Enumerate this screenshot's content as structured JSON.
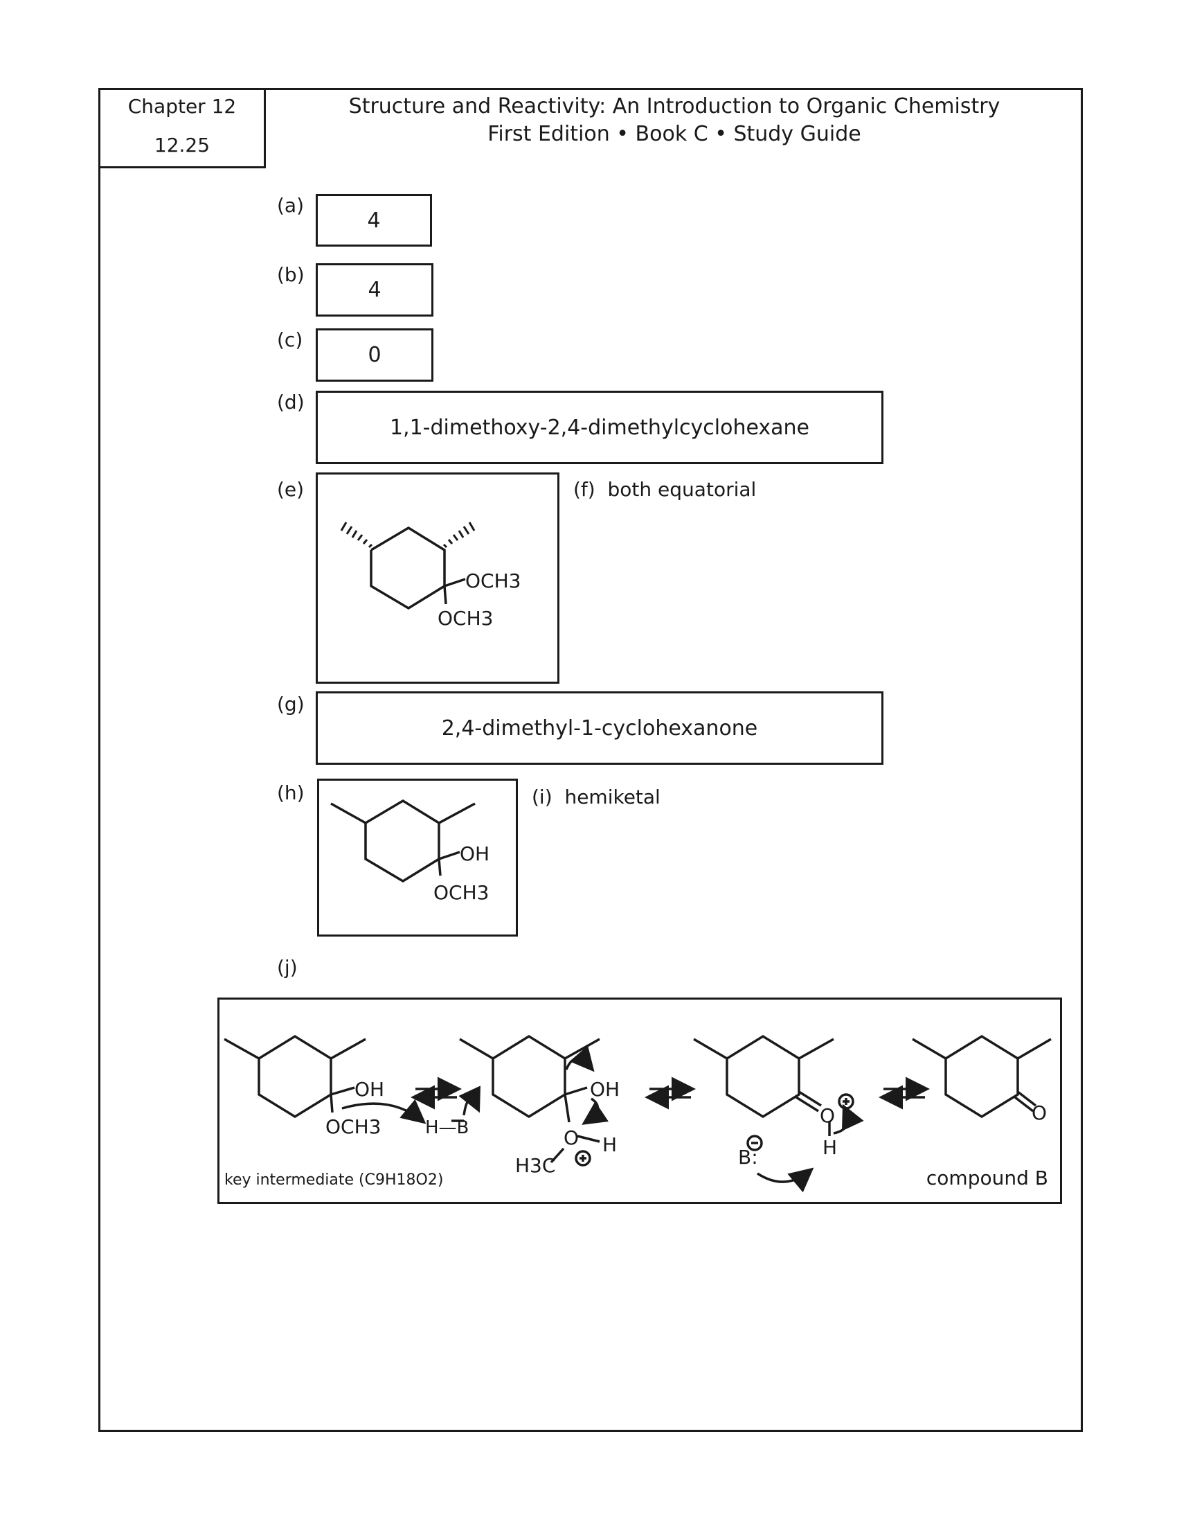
{
  "header": {
    "chapter": "Chapter 12",
    "problem": "12.25",
    "title_line1": "Structure and Reactivity: An Introduction to Organic Chemistry",
    "title_line2": "First Edition • Book C • Study Guide"
  },
  "answers": {
    "a": {
      "label": "(a)",
      "value": "4"
    },
    "b": {
      "label": "(b)",
      "value": "4"
    },
    "c": {
      "label": "(c)",
      "value": "0"
    },
    "d": {
      "label": "(d)",
      "value": "1,1-dimethoxy-2,4-dimethylcyclohexane"
    },
    "e": {
      "label": "(e)",
      "sub1": "OCH3",
      "sub2": "OCH3"
    },
    "f": {
      "label": "(f)",
      "value": "both equatorial"
    },
    "g": {
      "label": "(g)",
      "value": "2,4-dimethyl-1-cyclohexanone"
    },
    "h": {
      "label": "(h)",
      "sub1": "OH",
      "sub2": "OCH3"
    },
    "i": {
      "label": "(i)",
      "value": "hemiketal"
    },
    "j": {
      "label": "(j)",
      "caption_left": "key intermediate (C9H18O2)",
      "caption_right": "compound B",
      "oh": "OH",
      "och3": "OCH3",
      "hb": "H—B",
      "h3c": "H3C",
      "o": "O",
      "h": "H",
      "b": "B:",
      "carbonyl_o": "O"
    }
  }
}
